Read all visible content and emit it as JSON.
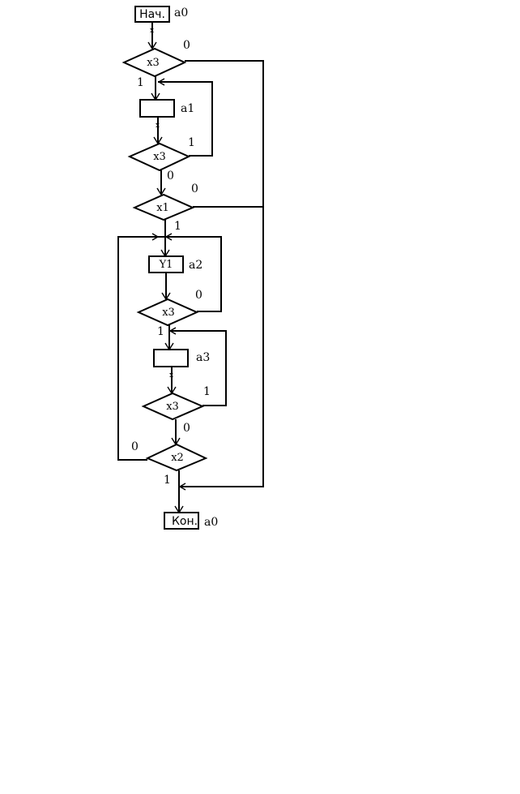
{
  "nodes": {
    "start": {
      "label": "Нач.",
      "state": "a0"
    },
    "d1": {
      "label": "x3",
      "yes": "1",
      "no": "0"
    },
    "op1": {
      "label": "",
      "state": "a1"
    },
    "d2": {
      "label": "x3",
      "yes": "1",
      "no": "0"
    },
    "d3": {
      "label": "x1",
      "yes": "1",
      "no": "0"
    },
    "op2": {
      "label": "Y1",
      "state": "a2"
    },
    "d4": {
      "label": "x3",
      "yes": "1",
      "no": "0"
    },
    "op3": {
      "label": "",
      "state": "a3"
    },
    "d5": {
      "label": "x3",
      "yes": "1",
      "no": "0"
    },
    "d6": {
      "label": "x2",
      "yes": "1",
      "no": "0"
    },
    "end": {
      "label": "Кон.",
      "state": "a0"
    }
  },
  "edge_marks": {
    "m1": "x",
    "m2": "x",
    "m3": "x"
  }
}
